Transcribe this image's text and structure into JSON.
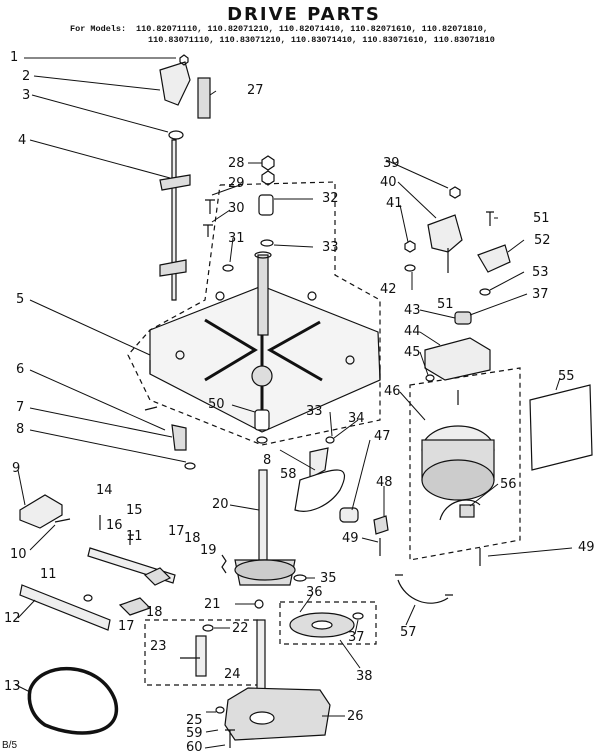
{
  "title": "DRIVE PARTS",
  "models_label": "For Models:",
  "models_line1": "110.82071110, 110.82071210, 110.82071410, 110.82071610, 110.82071810,",
  "models_line2": "110.83071110, 110.83071210, 110.83071410, 110.83071610, 110.83071810",
  "footer": "B/5",
  "callouts": {
    "c1": "1",
    "c2": "2",
    "c3": "3",
    "c4": "4",
    "c5": "5",
    "c6": "6",
    "c7": "7",
    "c8": "8",
    "c8b": "8",
    "c9": "9",
    "c10": "10",
    "c11": "11",
    "c11b": "11",
    "c12": "12",
    "c13": "13",
    "c14": "14",
    "c15": "15",
    "c16": "16",
    "c17": "17",
    "c17b": "17",
    "c18": "18",
    "c18b": "18",
    "c19": "19",
    "c20": "20",
    "c21": "21",
    "c22": "22",
    "c23": "23",
    "c24": "24",
    "c25": "25",
    "c26": "26",
    "c27": "27",
    "c28": "28",
    "c29": "29",
    "c30": "30",
    "c31": "31",
    "c32": "32",
    "c33": "33",
    "c33b": "33",
    "c34": "34",
    "c35": "35",
    "c36": "36",
    "c37": "37",
    "c37b": "37",
    "c38": "38",
    "c39": "39",
    "c40": "40",
    "c41": "41",
    "c42": "42",
    "c43": "43",
    "c44": "44",
    "c45": "45",
    "c46": "46",
    "c47": "47",
    "c48": "48",
    "c49": "49",
    "c49b": "49",
    "c50": "50",
    "c51": "51",
    "c51b": "51",
    "c52": "52",
    "c53": "53",
    "c55": "55",
    "c56": "56",
    "c57": "57",
    "c58": "58",
    "c59": "59",
    "c60": "60"
  }
}
